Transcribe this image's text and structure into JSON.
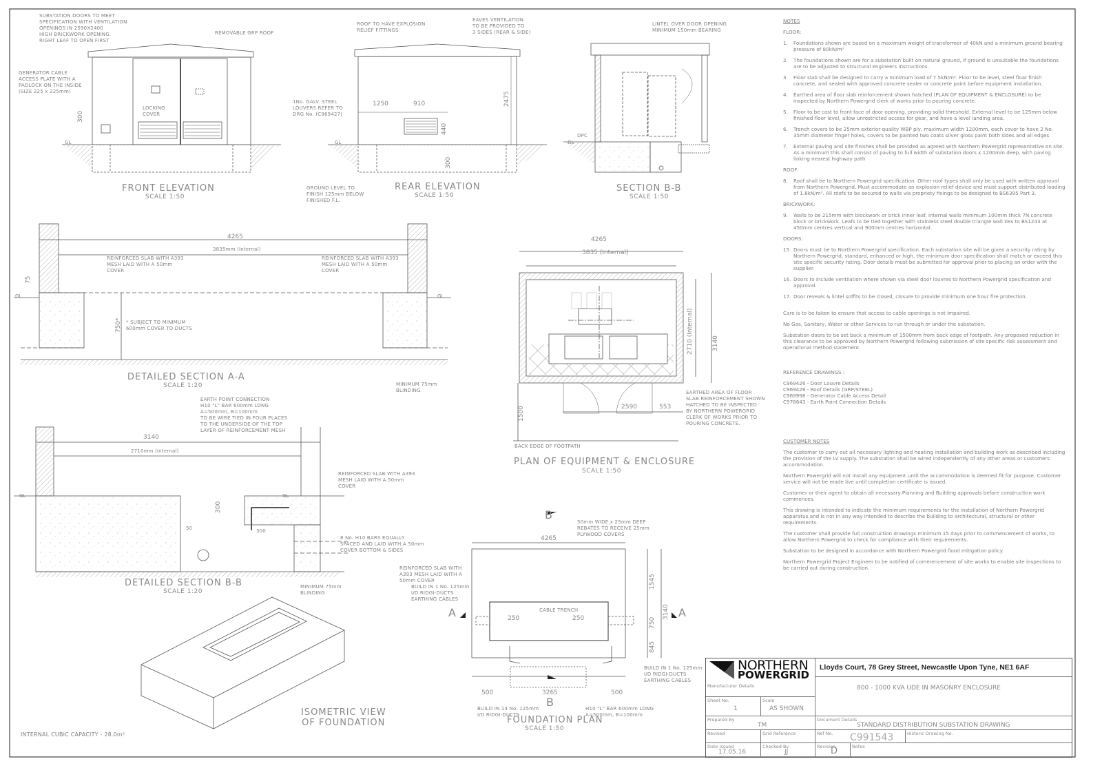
{
  "front_elevation": {
    "title": "FRONT ELEVATION",
    "scale": "SCALE 1:50",
    "doors_note": "SUBSTATION DOORS TO MEET\nSPECIFICATION WITH VENTILATION\nOPENINGS IN 2590X2400\nHIGH BRICKWORK OPENING.\nRIGHT LEAF TO OPEN FIRST",
    "roof_note": "REMOVABLE GRP ROOF",
    "generator_note": "GENERATOR CABLE\nACCESS PLATE WITH A\nPADLOCK ON THE INSIDE\n(SIZE 225 x 225mm)",
    "locking_cover": "LOCKING\nCOVER",
    "dim_300": "300",
    "gl": "GL"
  },
  "rear_elevation": {
    "title": "REAR ELEVATION",
    "scale": "SCALE 1:50",
    "roof_note": "ROOF TO HAVE EXPLOSION\nRELIEF FITTINGS",
    "eaves_note": "EAVES VENTILATION\nTO BE PROVIDED TO\n3 SIDES (REAR & SIDE)",
    "louver_note": "1No. GALV. STEEL\nLOUVERS REFER TO\nDRG No. (C969427)",
    "ground_note": "GROUND LEVEL TO\nFINISH 125mm BELOW\nFINISHED F.L.",
    "dim_1250": "1250",
    "dim_910": "910",
    "dim_440": "440",
    "dim_2475": "2475",
    "dim_300": "300",
    "gl": "GL"
  },
  "section_bb": {
    "title": "SECTION B-B",
    "scale": "SCALE 1:50",
    "lintel_note": "LINTEL OVER DOOR OPENING\nMINIMUM 150mm BEARING",
    "dpc": "DPC",
    "gl": "GL"
  },
  "detailed_section_aa": {
    "title": "DETAILED SECTION A-A",
    "scale": "SCALE 1:20",
    "dim_4265": "4265",
    "dim_3835": "3835mm (Internal)",
    "slab_note": "REINFORCED SLAB WITH A393\nMESH LAID WITH A 50mm\nCOVER",
    "cover_note": "* SUBJECT TO MINIMUM\n600mm COVER TO DUCTS",
    "dim_750": "750*",
    "dim_75": "75",
    "blinding_note": "MINIMUM 75mm\nBLINDING",
    "gl": "GL"
  },
  "detailed_section_bb": {
    "title": "DETAILED SECTION B-B",
    "scale": "SCALE 1:20",
    "earth_note": "EARTH POINT CONNECTION\nH10 \"L\" BAR 600mm LONG\nA=500mm, B=100mm\nTO BE WIRE TIED IN FOUR PLACES\nTO THE UNDERSIDE OF THE TOP\nLAYER OF REINFORCEMENT MESH",
    "dim_3140": "3140",
    "dim_2710": "2710mm (Internal)",
    "slab_note": "REINFORCED SLAB WITH A393\nMESH LAID WITH A 50mm\nCOVER",
    "bars_note": "8 No. H10 BARS EQUALLY\nSPACED AND LAID WITH A 50mm\nCOVER BOTTOM & SIDES",
    "dim_300a": "300",
    "dim_50": "50",
    "dim_300b": "300",
    "blinding_note": "MINIMUM 75mm\nBLINDING",
    "gl": "GL"
  },
  "plan_equipment": {
    "title": "PLAN OF EQUIPMENT & ENCLOSURE",
    "scale": "SCALE 1:50",
    "dim_4265": "4265",
    "dim_3835": "3835 (Internal)",
    "dim_2710": "2710 (Internal)",
    "dim_3140": "3140",
    "dim_2590": "2590",
    "dim_553": "553",
    "dim_1500": "1500",
    "earthed_note": "EARTHED AREA OF FLOOR\nSLAB REINFORCEMENT SHOWN\nHATCHED TO BE INSPECTED\nBY NORTHERN POWERGRID\nCLERK OF WORKS PRIOR TO\nPOURING CONCRETE.",
    "footpath": "BACK EDGE OF FOOTPATH"
  },
  "foundation_plan": {
    "title": "FOUNDATION PLAN",
    "scale": "SCALE 1:50",
    "section_b": "B",
    "section_a": "A",
    "rebates_note": "50mm WIDE x 25mm DEEP\nREBATES TO RECEIVE 25mm\nPLYWOOD COVERS",
    "slab_note": "REINFORCED SLAB WITH\nA393 MESH LAID WITH A\n50mm COVER",
    "duct_left_note": "BUILD IN 1 No. 125mm\nI/D RIDGI-DUCTS\nEARTHING CABLES",
    "duct_right_note": "BUILD IN 1 No. 125mm\nI/D RIDGI-DUCTS\nEARTHING CABLES",
    "ducts14_note": "BUILD IN 14 No. 125mm\nI/D RIDGI-DUCTS",
    "lbar_note": "H10 \"L\" BAR 600mm LONG\nA=500mm, B=100mm",
    "cable_trench": "CABLE TRENCH",
    "dim_4265": "4265",
    "dim_250a": "250",
    "dim_250b": "250",
    "dim_1545": "1545",
    "dim_750": "750",
    "dim_845": "845",
    "dim_3140": "3140",
    "dim_500a": "500",
    "dim_3265": "3265",
    "dim_500b": "500"
  },
  "isometric": {
    "title": "ISOMETRIC VIEW\nOF FOUNDATION",
    "capacity": "INTERNAL CUBIC CAPACITY - 28.0m³"
  },
  "notes": {
    "heading": "NOTES",
    "floor_heading": "FLOOR:",
    "floor": [
      {
        "num": "1.",
        "text": "Foundations shown are based on a maximum weight of transformer of 40kN and a minimum ground bearing pressure of 80kN/m²"
      },
      {
        "num": "2.",
        "text": "The foundations shown are for a substation built on natural ground, if ground is unsuitable the foundations are to be adjusted to structural engineers instructions."
      },
      {
        "num": "3.",
        "text": "Floor slab shall be designed to carry a minimum load of 7.5kN/m². Floor to be level, steel float finish concrete, and sealed with approved concrete sealer or concrete paint before equipment installation."
      },
      {
        "num": "4.",
        "text": "Earthed area of floor slab reinforcement shown hatched (PLAN OF EQUIPMENT & ENCLOSURE) to be inspected by Northern Powergrid clerk of works prior to pouring concrete."
      },
      {
        "num": "5.",
        "text": "Floor to be cast to front face of door opening, providing solid threshold. External level to be 125mm below finished floor level, allow unrestricted access for gear, and have a level landing area."
      },
      {
        "num": "6.",
        "text": "Trench covers to be 25mm exterior quality WBP ply, maximum width 1200mm, each cover to have 2 No. 35mm diameter finger holes, covers to be painted two coats silver gloss paint both sides and all edges"
      },
      {
        "num": "7.",
        "text": "External paving and site finishes shall be provided as agreed with Northern Powergrid representative on site. As a minimum this shall consist of paving to full width of substation doors x 1200mm deep, with paving linking nearest highway path"
      }
    ],
    "roof_heading": "ROOF:",
    "roof": [
      {
        "num": "8.",
        "text": "Roof shall be to Northern Powergrid specification. Other roof types shall only be used with written approval from Northern Powergrid. Must accommodate an explosion relief device and must support distributed loading of 1.8kN/m². All roofs to be secured to walls via propriety fixings to be designed to BS6395 Part 3."
      }
    ],
    "brickwork_heading": "BRICKWORK:",
    "brickwork": [
      {
        "num": "9.",
        "text": "Walls to be 215mm with blockwork or brick inner leaf. Internal walls minimum 100mm thick 7N concrete block or brickwork. Leafs to be tied together with stainless steel double triangle wall ties to BS1243 at 450mm centres vertical and 900mm centres horizontal."
      }
    ],
    "doors_heading": "DOORS:",
    "doors": [
      {
        "num": "15.",
        "text": "Doors must be to Northern Powergrid specification. Each substation site will be given a security rating by Northern Powergrid, standard, enhanced or high, the minimum door specification shall match or exceed this site specific security rating. Door details must be submitted for approval prior to placing an order with the supplier."
      },
      {
        "num": "16.",
        "text": "Doors to include ventilation where shown via steel door louvres to Northern Powergrid specification and approval."
      },
      {
        "num": "17.",
        "text": "Door reveals & lintel soffits to be closed, closure to provide minimum one hour fire protection."
      }
    ],
    "general": [
      "Care is to be taken to ensure that access to cable openings is not impaired.",
      "No Gas, Sanitary, Water or other Services to run through or under the substation.",
      "Substation doors to be set back a minimum of 1500mm from back edge of footpath. Any proposed reduction in this clearance to be approved by Northern Powergrid following submission of site specific risk assessment and operational method statement."
    ],
    "reference_heading": "REFERENCE DRAWINGS :",
    "references": [
      "C969426 - Door Louvre Details",
      "C969428 - Roof Details (GRP/STEEL)",
      "C969998 - Generator Cable Access Detail",
      "C978643 - Earth Point Connection Details"
    ],
    "customer_heading": "CUSTOMER NOTES",
    "customer": [
      "The customer to carry out all necessary lighting and heating installation and building work as described including the provision of the LV supply. The substation shall be wired independently of any other areas or customers accommodation.",
      "Northern Powergrid will not install any equipment until the accommodation is deemed fit for purpose. Customer service will not be made live until completion certificate is issued.",
      "Customer or their agent to obtain all necessary Planning and Building approvals before construction work commences.",
      "This drawing is intended to indicate the minimum requirements for the installation of Northern Powergrid apparatus and is not in any way intended to describe the building to architectural, structural or other requirements.",
      "The customer shall provide full construction drawings minimum 15 days prior to commencement of works, to allow Northern Powergrid to check for compliance with their requirements.",
      "Substation to be designed in accordance with Northern Powergrid flood mitigation policy.",
      "Northern Powergrid Project Engineer to be notified of commencement of site works to enable site inspections to be carried out during construction."
    ]
  },
  "title_block": {
    "logo_line1": "NORTHERN",
    "logo_line2": "POWERGRID",
    "address": "Lloyds Court, 78 Grey Street, Newcastle Upon Tyne, NE1 6AF",
    "manufacturer_label": "Manufacturer Details",
    "drawing_title": "800 - 1000 KVA UDE IN MASONRY ENCLOSURE",
    "sheet_label": "Sheet No.",
    "sheet_value": "1",
    "scale_label": "Scale",
    "scale_value": "AS SHOWN",
    "prepared_label": "Prepared By",
    "prepared_value": "TM",
    "document_label": "Document Details",
    "document_value": "STANDARD DISTRIBUTION SUBSTATION DRAWING",
    "revised_label": "Revised",
    "grid_label": "Grid Reference",
    "ref_label": "Ref No.",
    "ref_value": "C991543",
    "historic_label": "Historic Drawing No.",
    "date_label": "Date Issued",
    "date_value": "17.05.16",
    "checked_label": "Checked By",
    "checked_value": "JJ",
    "revision_label": "Revision",
    "revision_value": "D",
    "notes_label": "Notes"
  }
}
